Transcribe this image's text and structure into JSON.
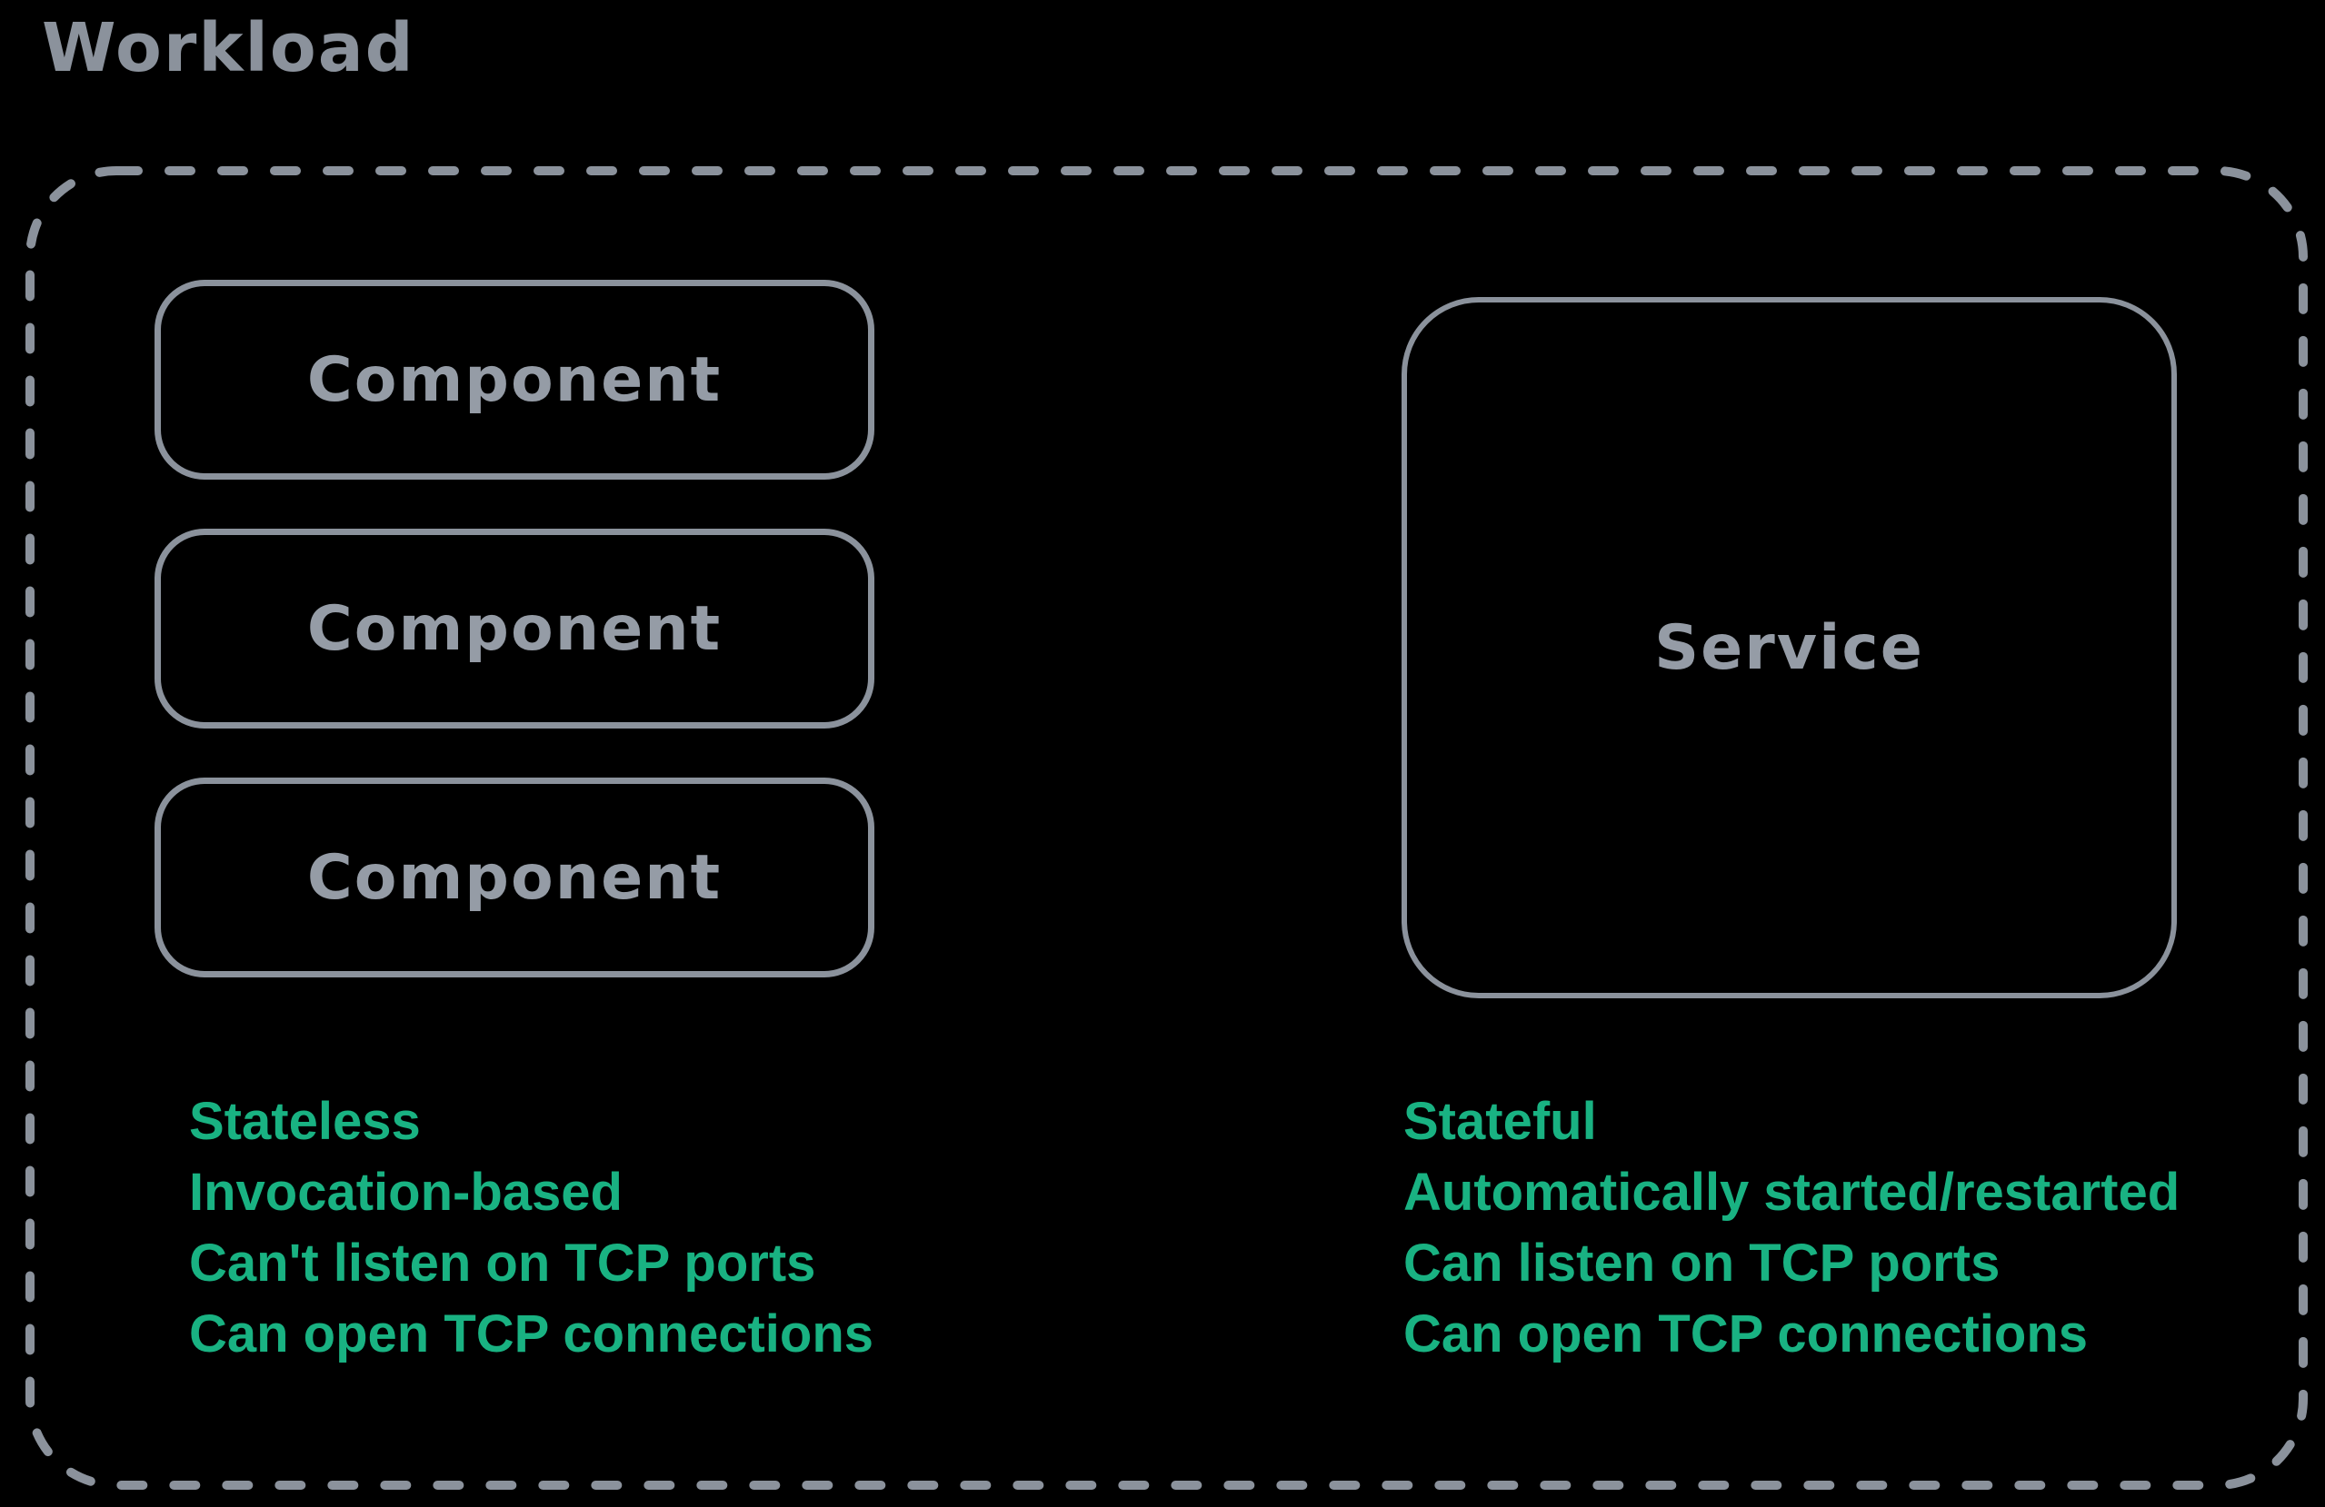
{
  "title": "Workload",
  "colors": {
    "background": "#000000",
    "outline_gray": "#8b929c",
    "label_gray": "#959ca6",
    "trait_green": "#19b282"
  },
  "workload": {
    "components": [
      {
        "label": "Component"
      },
      {
        "label": "Component"
      },
      {
        "label": "Component"
      }
    ],
    "service": {
      "label": "Service"
    },
    "component_traits": [
      "Stateless",
      "Invocation-based",
      "Can't listen on TCP ports",
      "Can open TCP connections"
    ],
    "service_traits": [
      "Stateful",
      "Automatically started/restarted",
      "Can listen on TCP ports",
      "Can open TCP connections"
    ]
  }
}
